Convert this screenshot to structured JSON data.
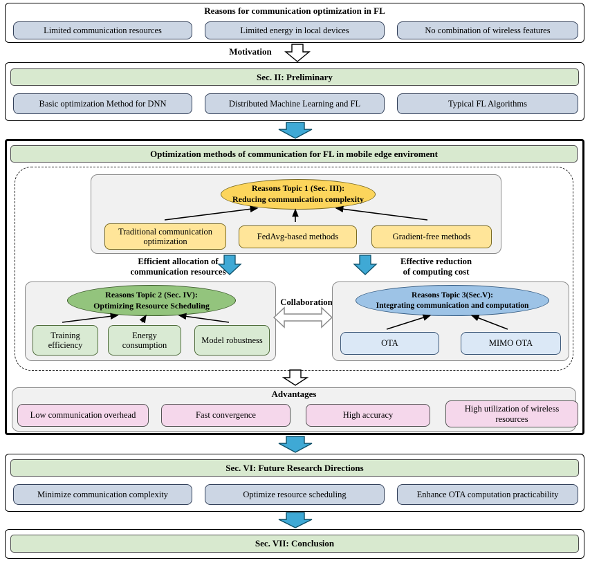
{
  "colors": {
    "flow_arrow": "#3fa9d5",
    "section_bar_green": "#d8e9cf",
    "reason_box_blue": "#ccd6e4",
    "topic1_yellow": "#fcd55c",
    "topic1_box_yellow": "#ffe599",
    "topic2_green": "#93c47d",
    "topic2_box_green": "#d9ead3",
    "topic3_blue": "#9dc3e6",
    "topic3_box_blue": "#dbe8f6",
    "advantage_pink": "#f5d7eb"
  },
  "section1": {
    "title": "Reasons for communication optimization in FL",
    "boxes": [
      "Limited communication resources",
      "Limited energy in local devices",
      "No combination of wireless features"
    ]
  },
  "motivation_label": "Motivation",
  "section2": {
    "header": "Sec. II:  Preliminary",
    "boxes": [
      "Basic optimization Method for DNN",
      "Distributed Machine Learning and FL",
      "Typical FL Algorithms"
    ]
  },
  "section3": {
    "header": "Optimization methods of communication for FL in mobile edge enviroment",
    "topic1": {
      "title_line1": "Reasons Topic 1 (Sec. III):",
      "title_line2": "Reducing communication complexity",
      "boxes": [
        "Traditional communication optimization",
        "FedAvg-based methods",
        "Gradient-free methods"
      ]
    },
    "left_flow_label_line1": "Efficient allocation of",
    "left_flow_label_line2": "communication resources",
    "right_flow_label_line1": "Effective reduction",
    "right_flow_label_line2": "of computing cost",
    "topic2": {
      "title_line1": "Reasons Topic 2 (Sec. IV):",
      "title_line2": "Optimizing Resource Scheduling",
      "boxes": [
        "Training efficiency",
        "Energy consumption",
        "Model robustness"
      ]
    },
    "collaboration_label": "Collaboration",
    "topic3": {
      "title_line1": "Reasons Topic 3(Sec.V):",
      "title_line2": "Integrating communication and computation",
      "boxes": [
        "OTA",
        "MIMO OTA"
      ]
    },
    "advantages": {
      "title": "Advantages",
      "boxes": [
        "Low communication overhead",
        "Fast convergence",
        "High accuracy",
        "High utilization of wireless resources"
      ]
    }
  },
  "section4": {
    "header": "Sec. VI:  Future  Research Directions",
    "boxes": [
      "Minimize communication complexity",
      "Optimize resource scheduling",
      "Enhance OTA computation practicability"
    ]
  },
  "section5": {
    "header": "Sec. VII:  Conclusion"
  }
}
